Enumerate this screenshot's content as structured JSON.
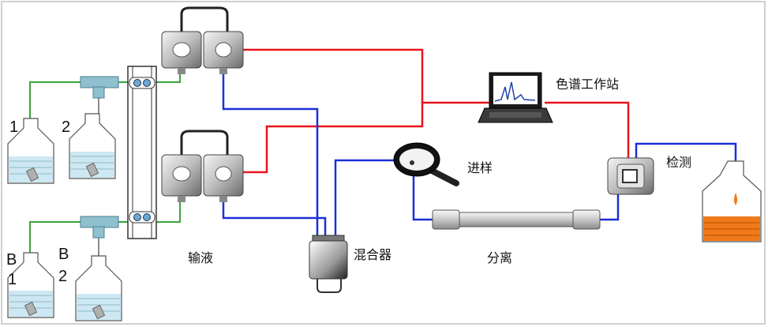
{
  "bottles": {
    "top_left": "1",
    "top_right": "2",
    "bottom_left_letter": "B",
    "bottom_left_num": "1",
    "bottom_right_letter": "B",
    "bottom_right_num": "2"
  },
  "labels": {
    "delivery": "输液",
    "mixer": "混合器",
    "injection": "进样",
    "separation": "分离",
    "workstation": "色谱工作站",
    "detection": "检测"
  },
  "colors": {
    "signal_line": "#e8141c",
    "flow_line": "#1d2fd6",
    "solvent_line": "#3aa33a",
    "waste_liquid": "#f07a1a",
    "solvent_liquid": "#cde8f2"
  }
}
